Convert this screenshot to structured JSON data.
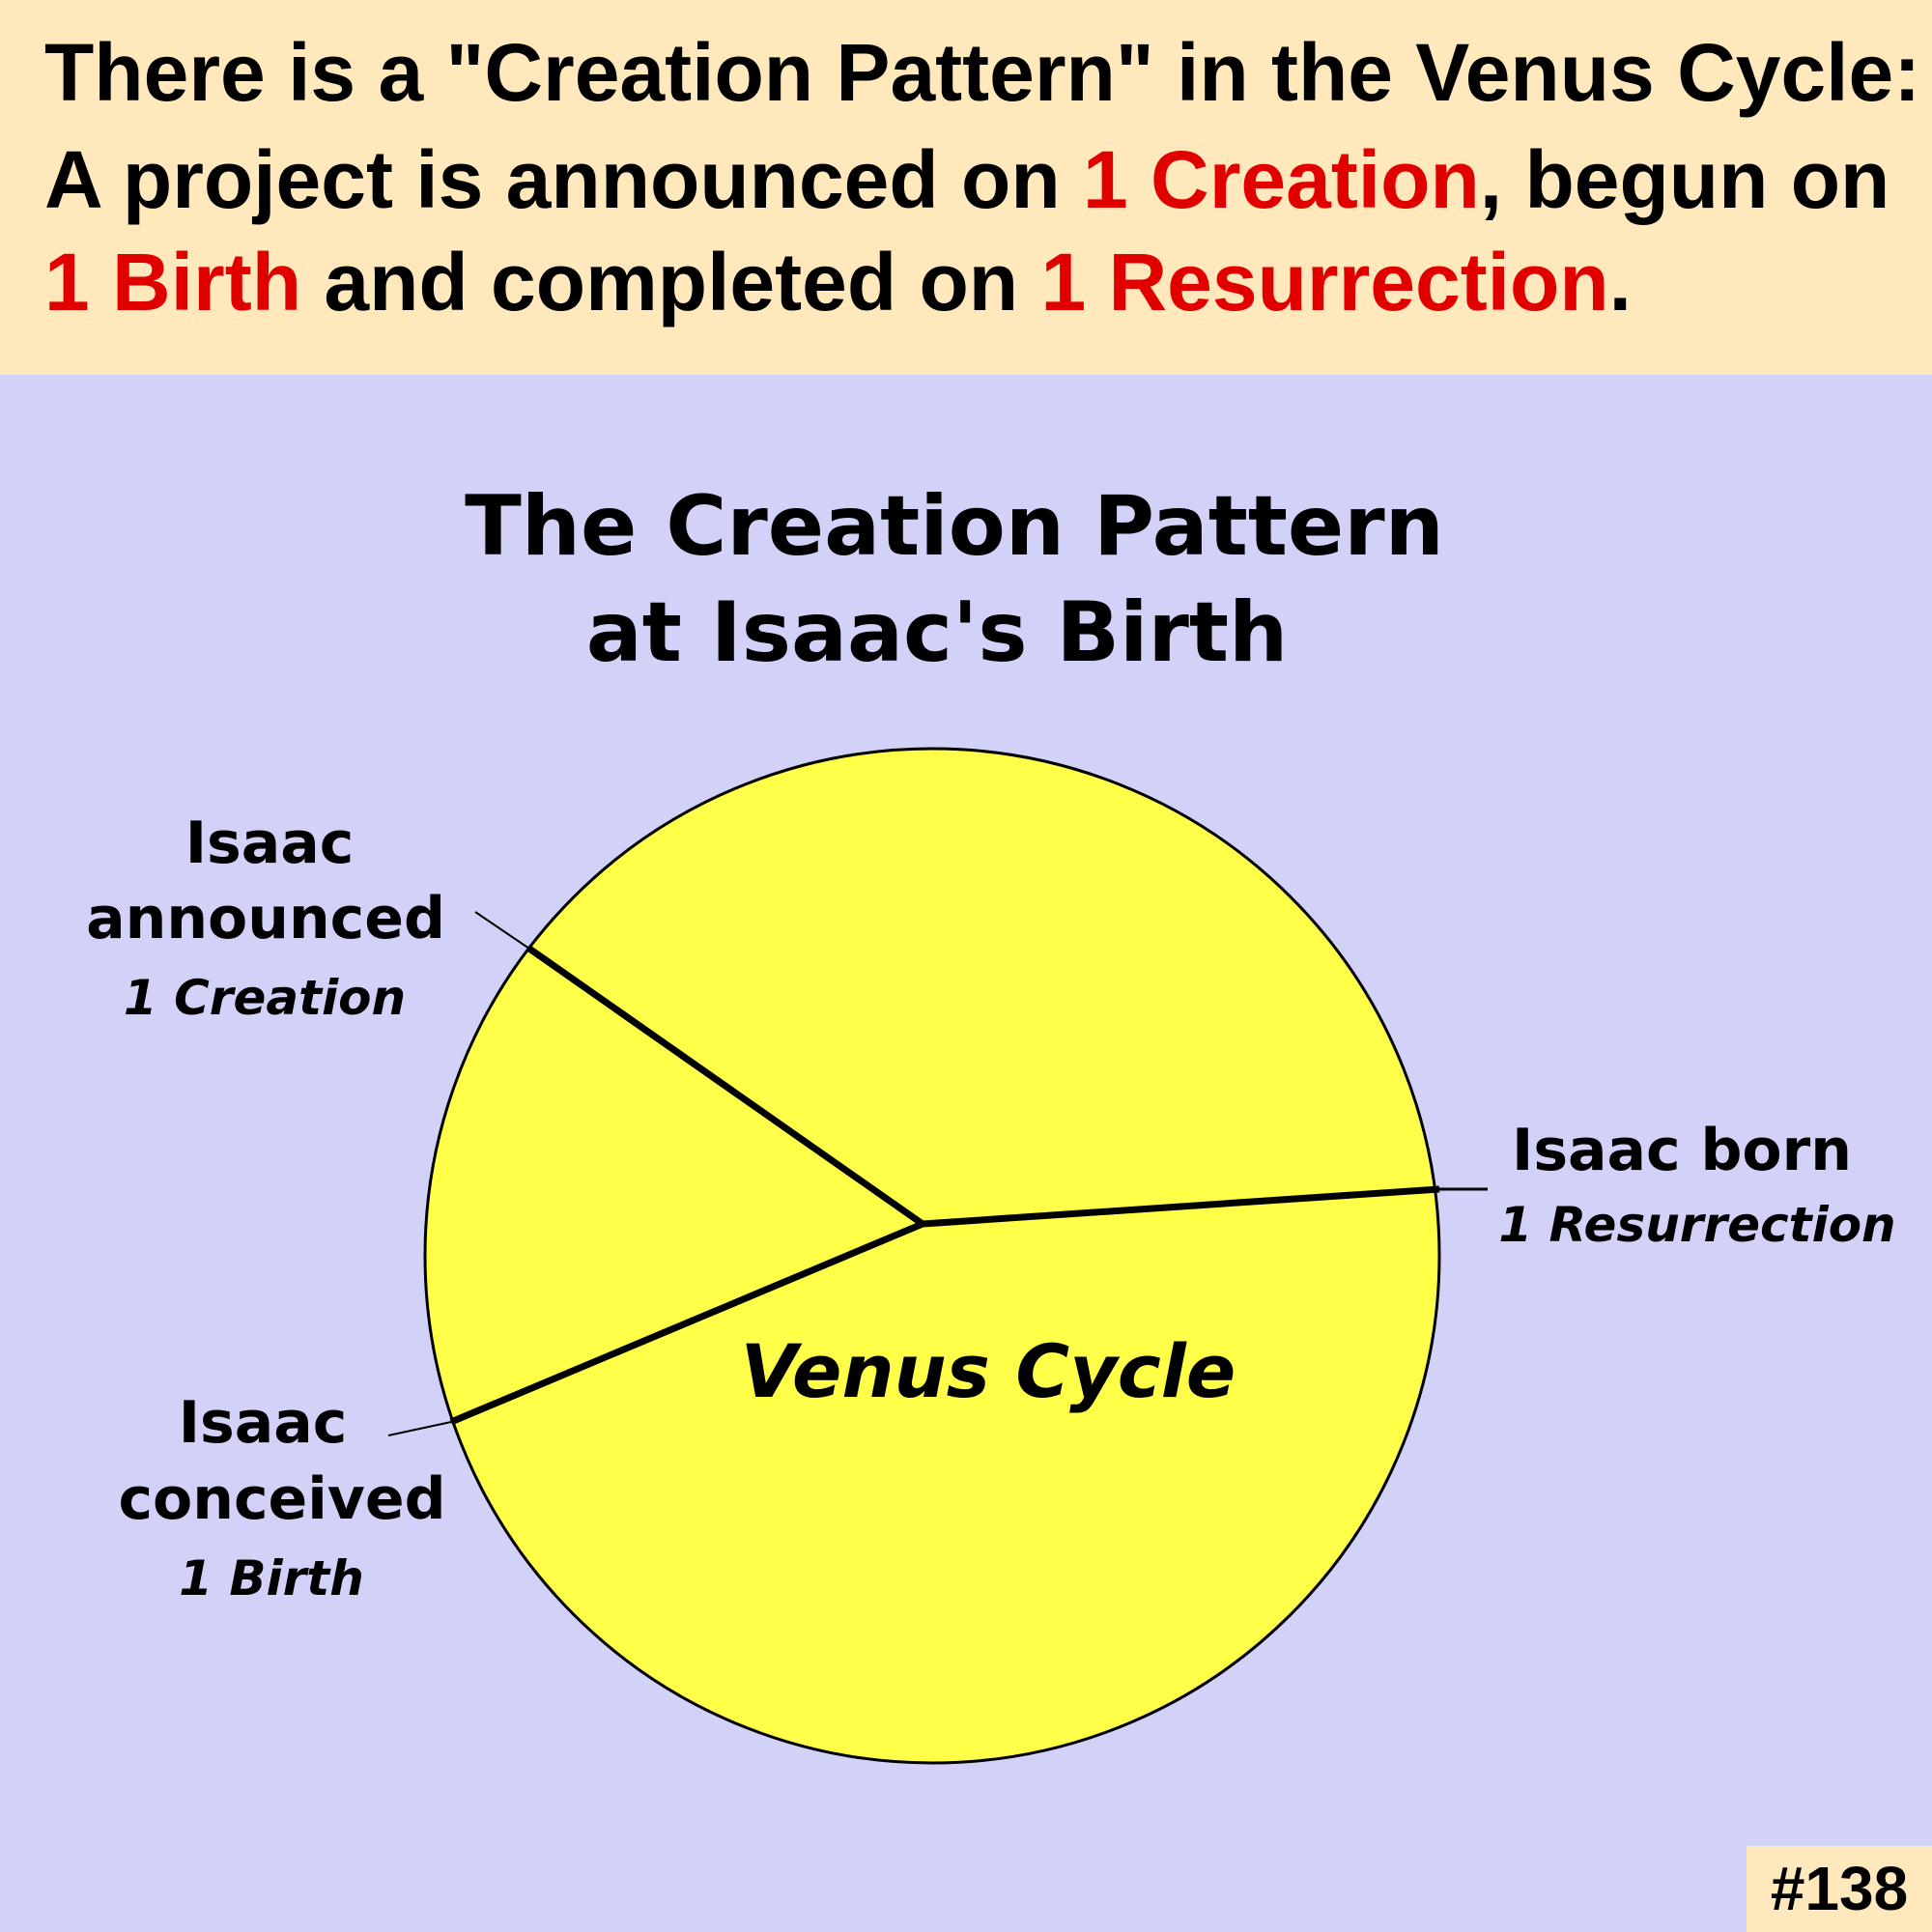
{
  "header": {
    "line1": "There is a \"Creation Pattern\" in the Venus Cycle:",
    "line2_pre": "A project is announced on ",
    "line2_red": "1 Creation",
    "line2_post": ", begun on",
    "line3_red1": "1 Birth",
    "line3_mid": " and completed on ",
    "line3_red2": "1 Resurrection",
    "line3_post": "."
  },
  "diagram": {
    "title_line1": "The Creation Pattern",
    "title_line2": "at Isaac's Birth",
    "center_label": "Venus Cycle",
    "events": [
      {
        "line1": "Isaac",
        "line2": "announced",
        "date": "1 Creation"
      },
      {
        "line1": "Isaac",
        "line2": "conceived",
        "date": "1 Birth"
      },
      {
        "line1": "Isaac born",
        "date": "1 Resurrection"
      }
    ]
  },
  "badge": "#138",
  "colors": {
    "header_bg": "#fee8bc",
    "diagram_bg": "#d2d2f8",
    "circle_fill": "#ffff4a",
    "accent_red": "#e00000"
  }
}
